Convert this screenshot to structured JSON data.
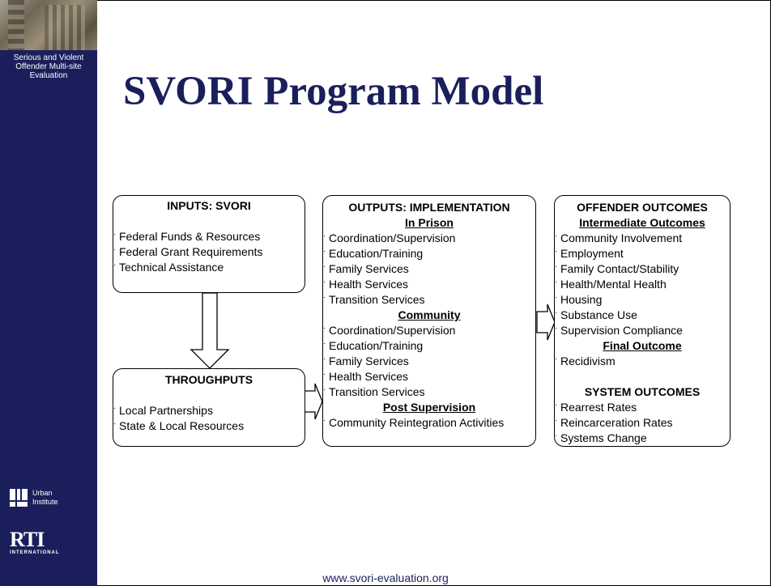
{
  "sidebar": {
    "program_name": "Serious and Violent Offender Multi-site Evaluation",
    "logo_ui_text": "Urban Institute",
    "logo_rti_text": "RTI",
    "logo_rti_sub": "INTERNATIONAL"
  },
  "title": "SVORI Program Model",
  "inputs": {
    "header": "INPUTS: SVORI",
    "items": [
      "Federal Funds & Resources",
      "Federal Grant Requirements",
      "Technical Assistance"
    ]
  },
  "throughputs": {
    "header": "THROUGHPUTS",
    "items": [
      "Local Partnerships",
      "State & Local Resources"
    ]
  },
  "outputs": {
    "header": "OUTPUTS: IMPLEMENTATION",
    "in_prison": {
      "label": "In Prison",
      "items": [
        "Coordination/Supervision",
        "Education/Training",
        "Family Services",
        "Health Services",
        "Transition Services"
      ]
    },
    "community": {
      "label": "Community",
      "items": [
        "Coordination/Supervision",
        "Education/Training",
        "Family Services",
        "Health Services",
        "Transition Services"
      ]
    },
    "post_supervision": {
      "label": "Post Supervision",
      "items": [
        "Community Reintegration Activities"
      ]
    }
  },
  "outcomes": {
    "header": "OFFENDER OUTCOMES",
    "intermediate": {
      "label": "Intermediate Outcomes",
      "items": [
        "Community Involvement",
        "Employment",
        "Family Contact/Stability",
        "Health/Mental Health",
        "Housing",
        "Substance Use",
        "Supervision Compliance"
      ]
    },
    "final": {
      "label": "Final Outcome",
      "items": [
        "Recidivism"
      ]
    },
    "system": {
      "label": "SYSTEM OUTCOMES",
      "items": [
        "Rearrest Rates",
        "Reincarceration Rates",
        "Systems Change"
      ]
    }
  },
  "footer": "www.svori-evaluation.org"
}
